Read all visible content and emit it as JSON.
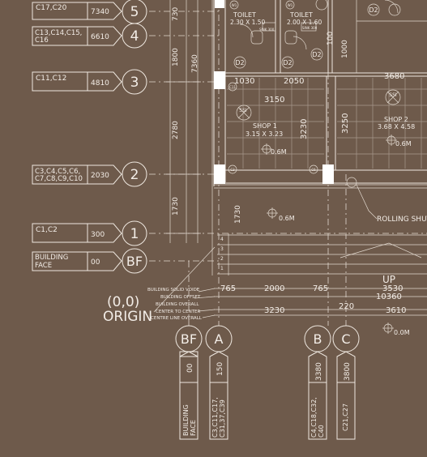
{
  "left_gridlines": [
    {
      "bubble": "5",
      "columns": "C17,C20",
      "offset": "7340"
    },
    {
      "bubble": "4",
      "columns": "C13,C14,C15,\nC16",
      "offset": "6610"
    },
    {
      "bubble": "3",
      "columns": "C11,C12",
      "offset": "4810"
    },
    {
      "bubble": "2",
      "columns": "C3,C4,C5,C6,\nC7,C8,C9,C10",
      "offset": "2030"
    },
    {
      "bubble": "1",
      "columns": "C1,C2",
      "offset": "300"
    },
    {
      "bubble": "BF",
      "columns": "BUILDING\nFACE",
      "offset": "00"
    }
  ],
  "vertical_dims": [
    "730",
    "1800",
    "7360",
    "2780",
    "1730",
    "1730"
  ],
  "origin": {
    "coords": "(0,0)",
    "label": "ORIGIN"
  },
  "legend_notes": [
    "BUILDING SOLID VOIDE",
    "BUILDING OFFSET",
    "BUILDING OVERALL",
    "CENTER TO CENTER",
    "CENTRE LINE OVERALL"
  ],
  "bottom_gridlines": [
    {
      "bubble": "BF",
      "offset": "00",
      "columns": "BUILDING\nFACE"
    },
    {
      "bubble": "A",
      "offset": "150",
      "columns": "C3,C11,C17,\nC31,37,C39"
    },
    {
      "bubble": "B",
      "offset": "3380",
      "columns": "C4,C18,C32,\nC40"
    },
    {
      "bubble": "C",
      "offset": "3800",
      "columns": "C21,C27"
    }
  ],
  "horizontal_dims": [
    "765",
    "2000",
    "765",
    "3530",
    "10360",
    "3230",
    "220",
    "3610"
  ],
  "rooms": {
    "toilet1": {
      "name": "TOILET",
      "size": "2.30 X 1.50"
    },
    "toilet2": {
      "name": "TOILET",
      "size": "2.00 X 1.60"
    },
    "shop1": {
      "name": "SHOP 1",
      "size": "3.15 X 3.23"
    },
    "shop2": {
      "name": "SHOP 2",
      "size": "3.68 X 4.58"
    }
  },
  "room_dims": [
    "1030",
    "2050",
    "3150",
    "3230",
    "3250",
    "3680",
    "1000",
    "100"
  ],
  "door_tags": [
    "D2",
    "D2",
    "D2",
    "D2"
  ],
  "small_tags": [
    "W1",
    "W1",
    "SINK 300",
    "SINK 300",
    "C11",
    "C3",
    "C6"
  ],
  "levels": [
    "0.6M",
    "0.6M",
    "0.6M",
    "0.0M"
  ],
  "fixture_tag": "SSI",
  "rolling_shutter": "ROLLING SHUT",
  "stair": {
    "label": "UP",
    "steps": [
      "1",
      "2",
      "3",
      "4"
    ]
  }
}
